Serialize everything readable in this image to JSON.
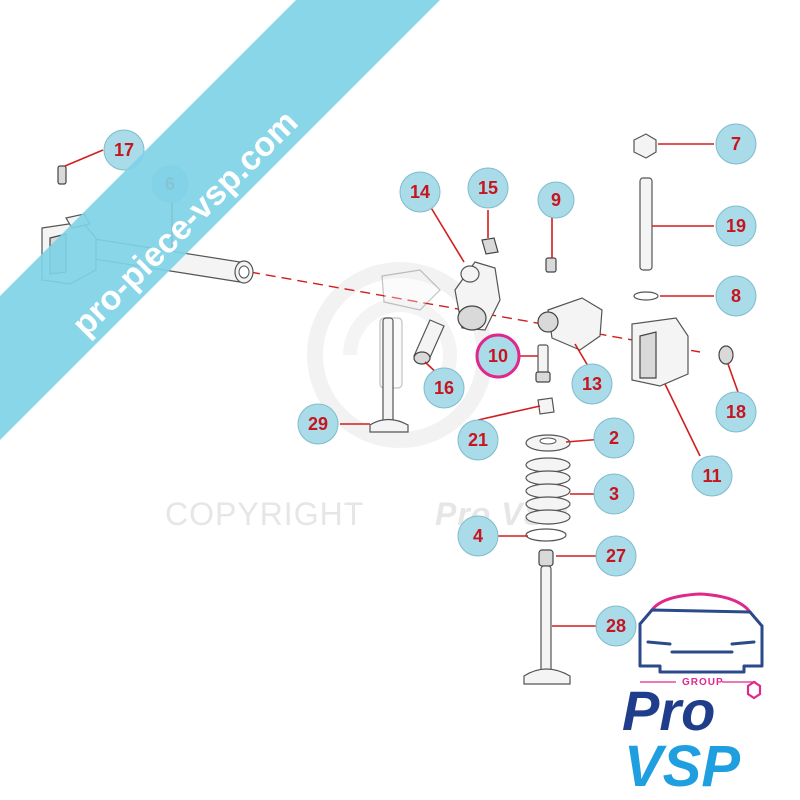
{
  "banner": {
    "text": "pro-piece-vsp.com",
    "color": "#7fd3e6"
  },
  "watermark": {
    "copyright_text": "COPYRIGHT",
    "brand_text": "Pro VSP"
  },
  "logo": {
    "group_label": "GROUP",
    "word_pro": "Pro",
    "word_vsp": "VSP",
    "colors": {
      "pro": "#1f3d8a",
      "vsp": "#1f9fe0",
      "accent": "#e0288c"
    }
  },
  "callouts": {
    "c17": "17",
    "c6": "6",
    "c14": "14",
    "c15": "15",
    "c9": "9",
    "c7": "7",
    "c19": "19",
    "c8": "8",
    "c10": "10",
    "c16": "16",
    "c13": "13",
    "c18": "18",
    "c29": "29",
    "c21": "21",
    "c2": "2",
    "c11": "11",
    "c3": "3",
    "c4": "4",
    "c27": "27",
    "c28": "28"
  },
  "style": {
    "callout_fill": "#a9dbe9",
    "callout_text": "#c8141e",
    "highlight_ring": "#e0288c"
  }
}
